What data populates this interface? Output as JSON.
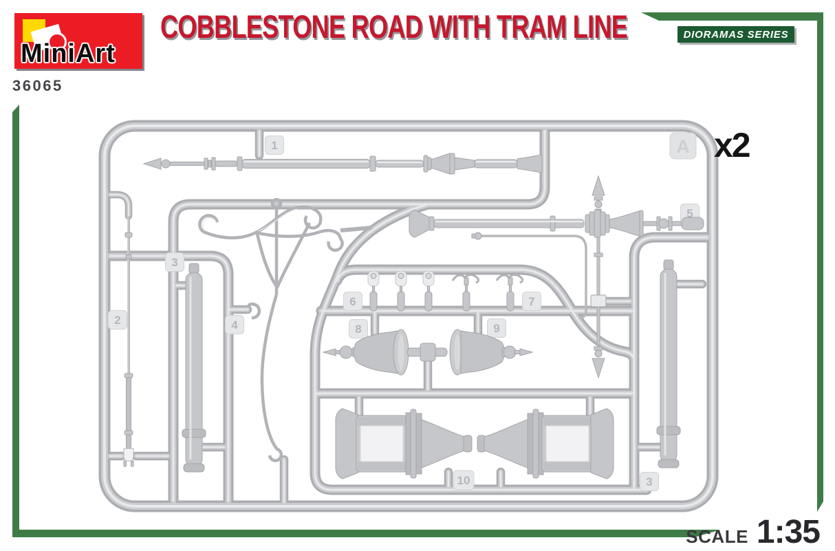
{
  "brand": {
    "wordmark": "MiniArt",
    "product_code": "36065"
  },
  "title": "COBBLESTONE ROAD WITH TRAM LINE",
  "series_badge": "DIORAMAS SERIES",
  "sprue": {
    "letter": "A",
    "quantity": "x2",
    "part_tags": {
      "t1": "1",
      "t2": "2",
      "t3_left": "3",
      "t4": "4",
      "t5": "5",
      "t6": "6",
      "t7": "7",
      "t8": "8",
      "t9": "9",
      "t10": "10",
      "t3_right": "3"
    }
  },
  "footer": {
    "scale_label": "SCALE",
    "scale_value": "1:35"
  },
  "colors": {
    "brand_red": "#ec1c24",
    "title_red": "#c5182e",
    "frame_green": "#3e7c47",
    "badge_green": "#1c5a32",
    "sprue_gray": "#c7c8ca",
    "ink": "#2e2e32"
  }
}
